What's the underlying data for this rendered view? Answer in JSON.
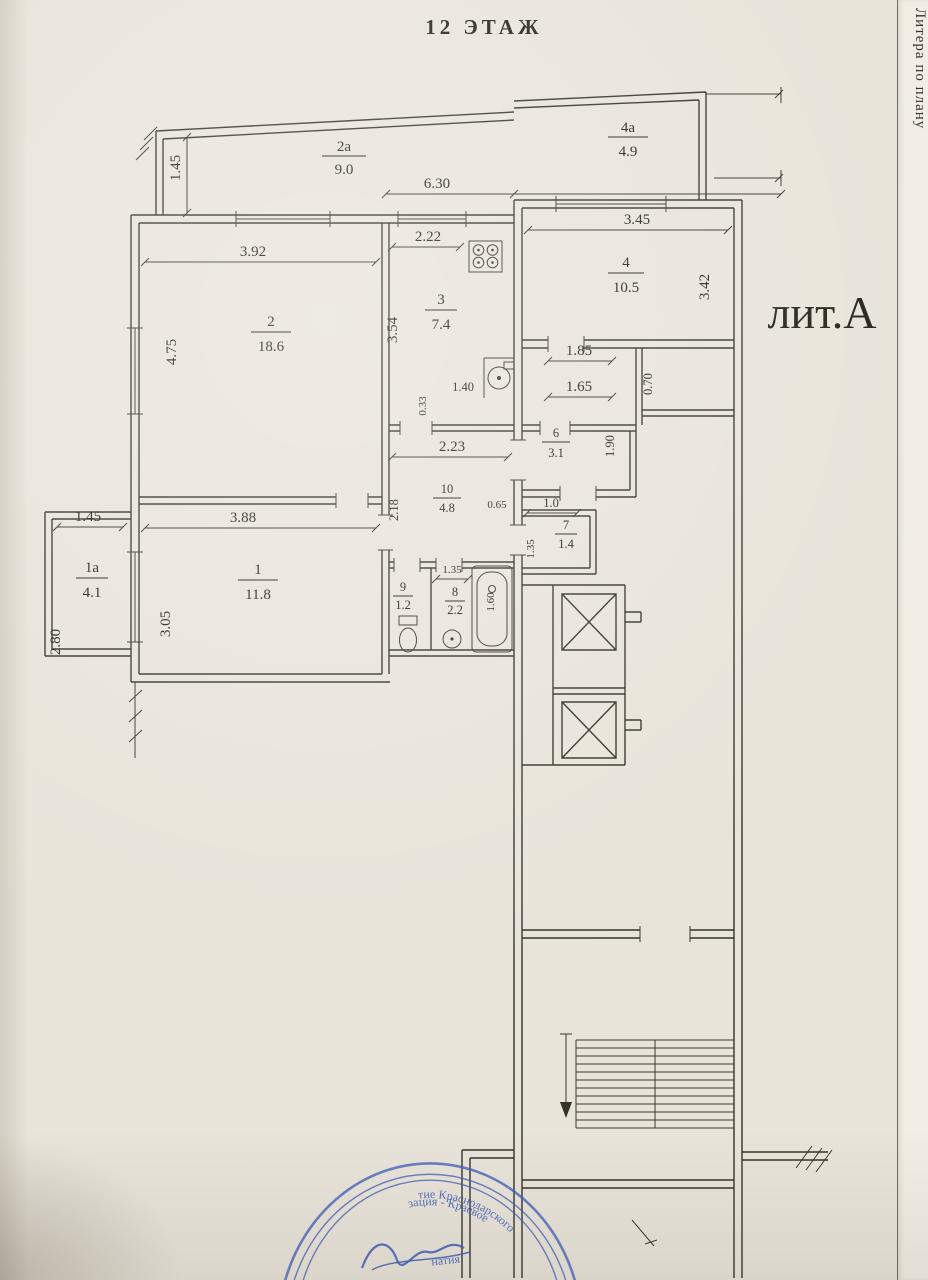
{
  "page": {
    "floor_title": "12  ЭТАЖ",
    "litera_label": "лит.А",
    "margin_caption": "Литера по плану"
  },
  "colors": {
    "ink": "#35322c",
    "stamp_blue": "#3c5cb8",
    "paper": "#e9e4da"
  },
  "rooms": [
    {
      "number": "2а",
      "area": "9.0"
    },
    {
      "number": "4а",
      "area": "4.9"
    },
    {
      "number": "2",
      "area": "18.6"
    },
    {
      "number": "3",
      "area": "7.4"
    },
    {
      "number": "4",
      "area": "10.5"
    },
    {
      "number": "6",
      "area": "3.1"
    },
    {
      "number": "10",
      "area": "4.8"
    },
    {
      "number": "7",
      "area": "1.4"
    },
    {
      "number": "1",
      "area": "11.8"
    },
    {
      "number": "1а",
      "area": "4.1"
    },
    {
      "number": "9",
      "area": "1.2"
    },
    {
      "number": "8",
      "area": "2.2"
    }
  ],
  "dims": {
    "loggia2a_width": "1.45",
    "loggia_length": "6.30",
    "room2_width": "3.92",
    "room2_depth": "4.75",
    "kitchen_width": "2.22",
    "kitchen_depth": "3.54",
    "kitchen_sink": "1.40",
    "kitchen_jamb": "0.33",
    "room4_width": "3.45",
    "room4_depth": "3.42",
    "vest_width": "1.85",
    "vest_depth": "1.65",
    "niche_depth": "0.70",
    "corr6_depth": "1.90",
    "hall_width": "2.23",
    "hall_depth": "2.18",
    "hall_jamb": "0.65",
    "closet_width": "1.0",
    "closet_depth": "1.35",
    "room1_width": "3.88",
    "room1_depth": "3.05",
    "balc1a_width": "1.45",
    "balc1a_depth": "2.80",
    "bath_width": "1.35",
    "bath_depth": "1.60"
  },
  "stamp": {
    "arc_top": "тие Краснодарского",
    "arc_mid": "зация - Краевое",
    "line": "натия"
  }
}
